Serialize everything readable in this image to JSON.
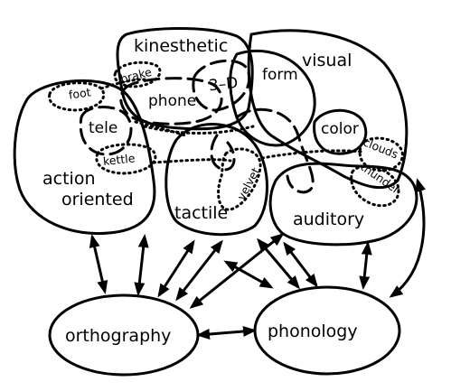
{
  "diagram": {
    "regions": {
      "kinesthetic": "kinesthetic",
      "visual": "visual",
      "action_oriented_line1": "action",
      "action_oriented_line2": "oriented",
      "tactile": "tactile",
      "auditory": "auditory",
      "orthography": "orthography",
      "phonology": "phonology"
    },
    "concepts": {
      "foot": "foot",
      "brake": "brake",
      "phone": "phone",
      "three_d": "3–D",
      "form": "form",
      "tele": "tele",
      "kettle": "kettle",
      "color": "color",
      "clouds": "clouds",
      "thunder": "thunder",
      "velvet": "velvet"
    }
  }
}
